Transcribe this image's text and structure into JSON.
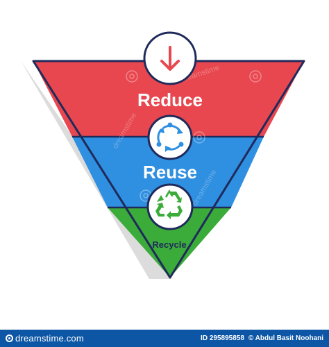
{
  "diagram": {
    "tiers": [
      {
        "label": "Reduce",
        "color": "#e8474f",
        "icon": "down-arrow-icon"
      },
      {
        "label": "Reuse",
        "color": "#2f8fe0",
        "icon": "circular-arrows-icon"
      },
      {
        "label": "Recycle",
        "color": "#3bab3a",
        "icon": "recycle-icon"
      }
    ],
    "outline_color": "#1f2a5a",
    "shadow_color": "#dcdcdc",
    "icon_colors": {
      "arrow": "#e8474f",
      "cycle": "#2f8fe0",
      "recycle": "#3bab3a"
    }
  },
  "watermark": {
    "text": "dreamstime"
  },
  "footer": {
    "brand": "dreamstime.com",
    "id_text": "ID 295895858",
    "author": "© Abdul Basit Noohani",
    "background": "#0d56a6"
  }
}
